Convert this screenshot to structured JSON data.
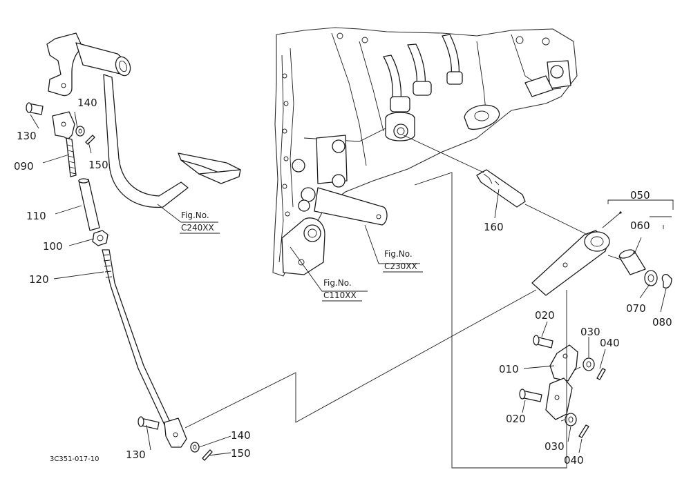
{
  "diagram": {
    "part_labels": {
      "p010": "010",
      "p020a": "020",
      "p020b": "020",
      "p030a": "030",
      "p030b": "030",
      "p040a": "040",
      "p040b": "040",
      "p050": "050",
      "p060": "060",
      "p070": "070",
      "p080": "080",
      "p090": "090",
      "p100": "100",
      "p110": "110",
      "p120": "120",
      "p130a": "130",
      "p130b": "130",
      "p140a": "140",
      "p140b": "140",
      "p150a": "150",
      "p150b": "150",
      "p160": "160"
    },
    "figure_refs": {
      "c240": {
        "prefix": "Fig.No.",
        "code": "C240XX"
      },
      "c230": {
        "prefix": "Fig.No.",
        "code": "C230XX"
      },
      "c110": {
        "prefix": "Fig.No.",
        "code": "C110XX"
      }
    },
    "drawing_code": "3C351-017-10",
    "line_color": "#1a1a1a",
    "background_color": "#ffffff"
  }
}
